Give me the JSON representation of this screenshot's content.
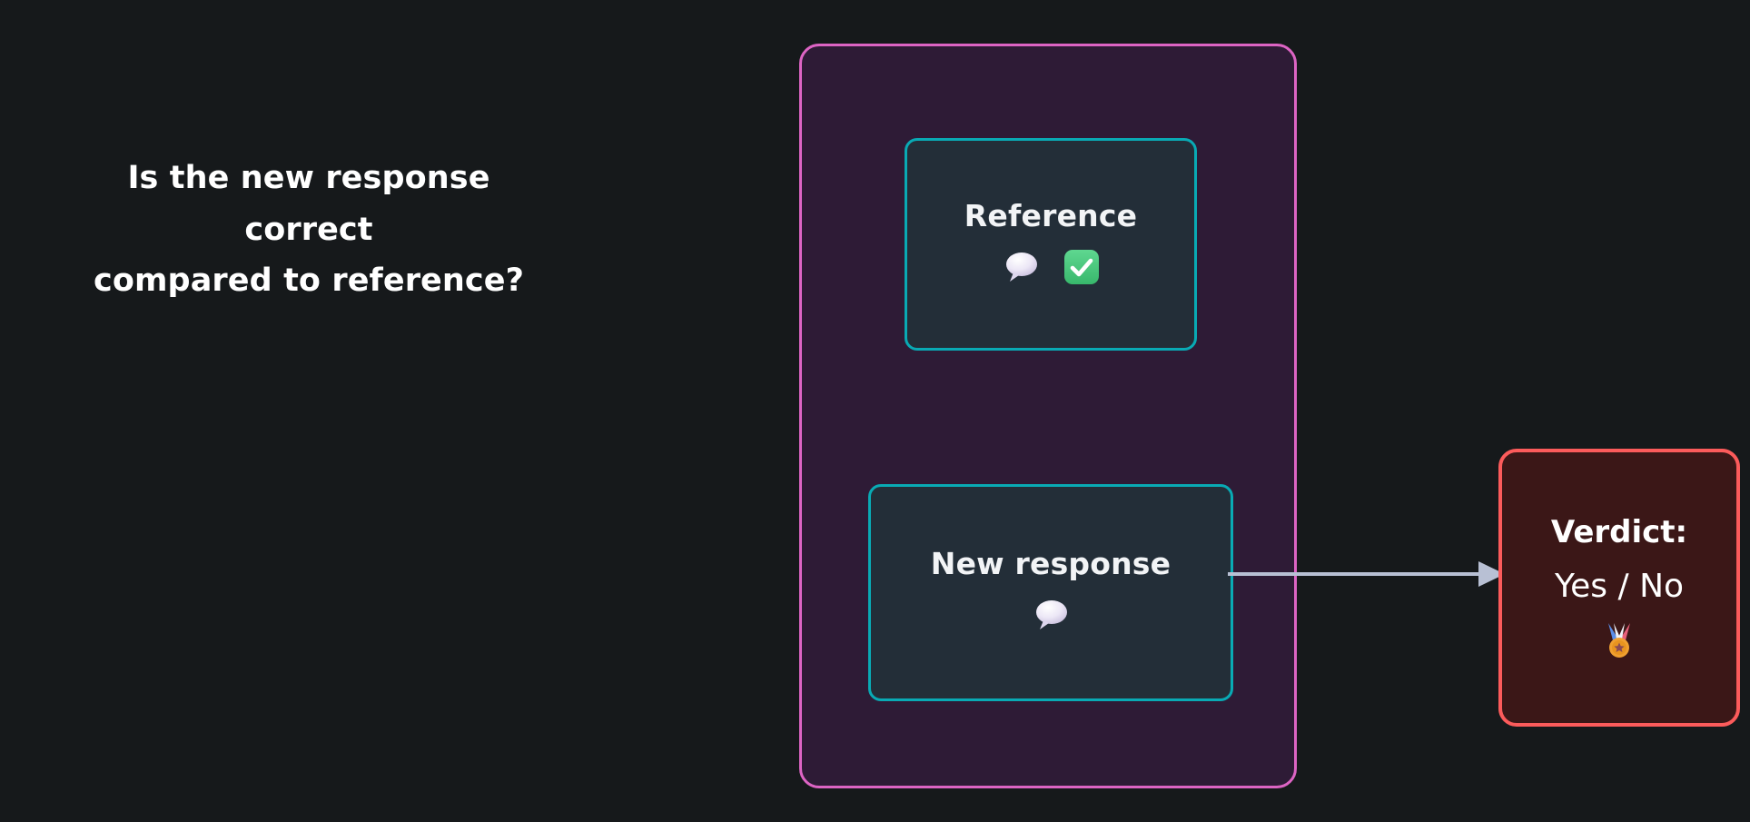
{
  "canvas": {
    "background_color": "#16191b"
  },
  "prompt": {
    "line1": "Is the new response",
    "line2": "correct",
    "line3": "compared to reference?",
    "text_color": "#ffffff"
  },
  "judge_container": {
    "border_color": "#dd64c4",
    "fill_color": "#2e1b36",
    "cards": [
      {
        "id": "reference",
        "title": "Reference",
        "border_color": "#09aab4",
        "fill_color": "#232e38",
        "icons": [
          "speech-balloon-icon",
          "check-mark-button-icon"
        ]
      },
      {
        "id": "new-response",
        "title": "New response",
        "border_color": "#09aab4",
        "fill_color": "#232e38",
        "icons": [
          "speech-balloon-icon"
        ]
      }
    ]
  },
  "connector": {
    "from": "new-response",
    "to": "verdict",
    "color": "#b8c0d4"
  },
  "verdict": {
    "label": "Verdict:",
    "value": "Yes / No",
    "icon": "sports-medal-icon",
    "border_color": "#fc5b5b",
    "fill_color": "#3b1717"
  },
  "colors": {
    "check_green": "#4ac77e",
    "balloon_lavender": "#e9e4f4",
    "medal_gold": "#f0a030"
  }
}
